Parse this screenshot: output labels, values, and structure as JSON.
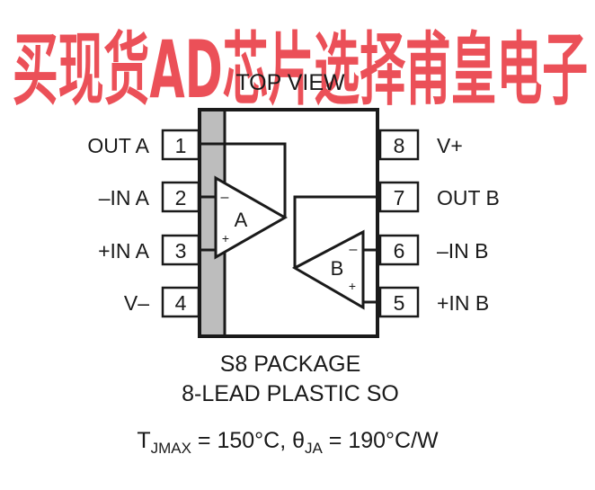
{
  "watermark": "买现货AD芯片选择甫皇电子",
  "title": "TOP VIEW",
  "pins": [
    {
      "num": "1",
      "label": "OUT A"
    },
    {
      "num": "2",
      "label": "–IN A"
    },
    {
      "num": "3",
      "label": "+IN A"
    },
    {
      "num": "4",
      "label": "V–"
    },
    {
      "num": "5",
      "label": "+IN B"
    },
    {
      "num": "6",
      "label": "–IN B"
    },
    {
      "num": "7",
      "label": "OUT B"
    },
    {
      "num": "8",
      "label": "V+"
    }
  ],
  "amps": {
    "a": {
      "name": "A",
      "minus": "–",
      "plus": "+"
    },
    "b": {
      "name": "B",
      "minus": "–",
      "plus": "+"
    }
  },
  "package": {
    "line1": "S8 PACKAGE",
    "line2": "8-LEAD PLASTIC SO"
  },
  "thermal": {
    "tj_prefix": "T",
    "tj_sub": "JMAX",
    "tj_value": " = 150°C, ",
    "theta": "θ",
    "theta_sub": "JA",
    "theta_value": " = 190°C/W"
  },
  "colors": {
    "ink": "#1a1a1a",
    "pin1_bar": "#bdbdbd",
    "watermark": "#e8323c"
  }
}
